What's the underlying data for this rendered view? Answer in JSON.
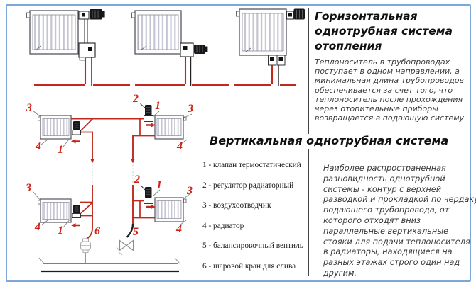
{
  "colors": {
    "frame": "#7ba8d8",
    "pipe_red": "#c0291c",
    "number_red": "#d02416"
  },
  "right_column": {
    "title_horizontal": "Горизонтальная однотрубная система отопления",
    "intro_lines": [
      "Теплоноситель в трубопроводах",
      "поступает в одном направлении, а",
      "минимальная длина трубопроводов",
      "обеспечивается за счет того, что",
      "теплоноситель после прохождения",
      "через отопительные приборы",
      "возвращается в подающую систему."
    ],
    "title_vertical": "Вертикальная однотрубная система",
    "desc_lines": [
      "Наиболее распространенная",
      "разновидность однотрубной",
      "системы - контур с верхней",
      "разводкой и прокладкой по чердаку",
      "подающего трубопровода, от",
      "которого отходят вниз",
      "параллельные вертикальные",
      "стояки для подачи теплоносителя",
      "в радиаторы, находящиеся на",
      "разных этажах строго один над",
      "другим."
    ]
  },
  "legend": {
    "items": [
      "1 - клапан термостатический",
      "2 - регулятор радиаторный",
      "3 - воздухоотводчик",
      "4 - радиатор",
      "5 - балансировочный вентиль",
      "6 - шаровой кран для слива"
    ]
  },
  "diagram": {
    "labels": {
      "n1": "1",
      "n2": "2",
      "n3": "3",
      "n4": "4",
      "n5": "5",
      "n6": "6"
    }
  }
}
